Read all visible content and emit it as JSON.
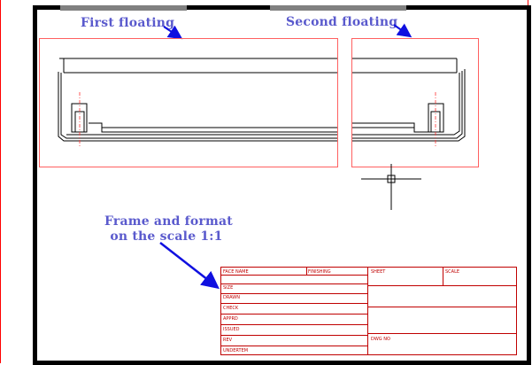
{
  "annotations": {
    "first_viewport": "First floating",
    "second_viewport": "Second floating",
    "frame_format": [
      "Frame and format",
      "on the scale 1:1"
    ]
  },
  "title_block": {
    "left_labels": [
      "FACE NAME",
      "SIZE",
      "DRAWN",
      "CHECK",
      "APPRD",
      "ISSUED",
      "REV",
      "UNDERTEM"
    ],
    "header": {
      "finishing": "FINISHING",
      "sheet": "SHEET",
      "scale": "SCALE"
    },
    "dwg_no": "DWG NO"
  },
  "colors": {
    "annotation": "#5a5acd",
    "arrow": "#1010e0",
    "viewport_border": "#ff6060",
    "title_block": "#c00000",
    "frame": "#000000"
  },
  "icons": [
    "crosshair-cursor-icon",
    "arrow-icon"
  ]
}
